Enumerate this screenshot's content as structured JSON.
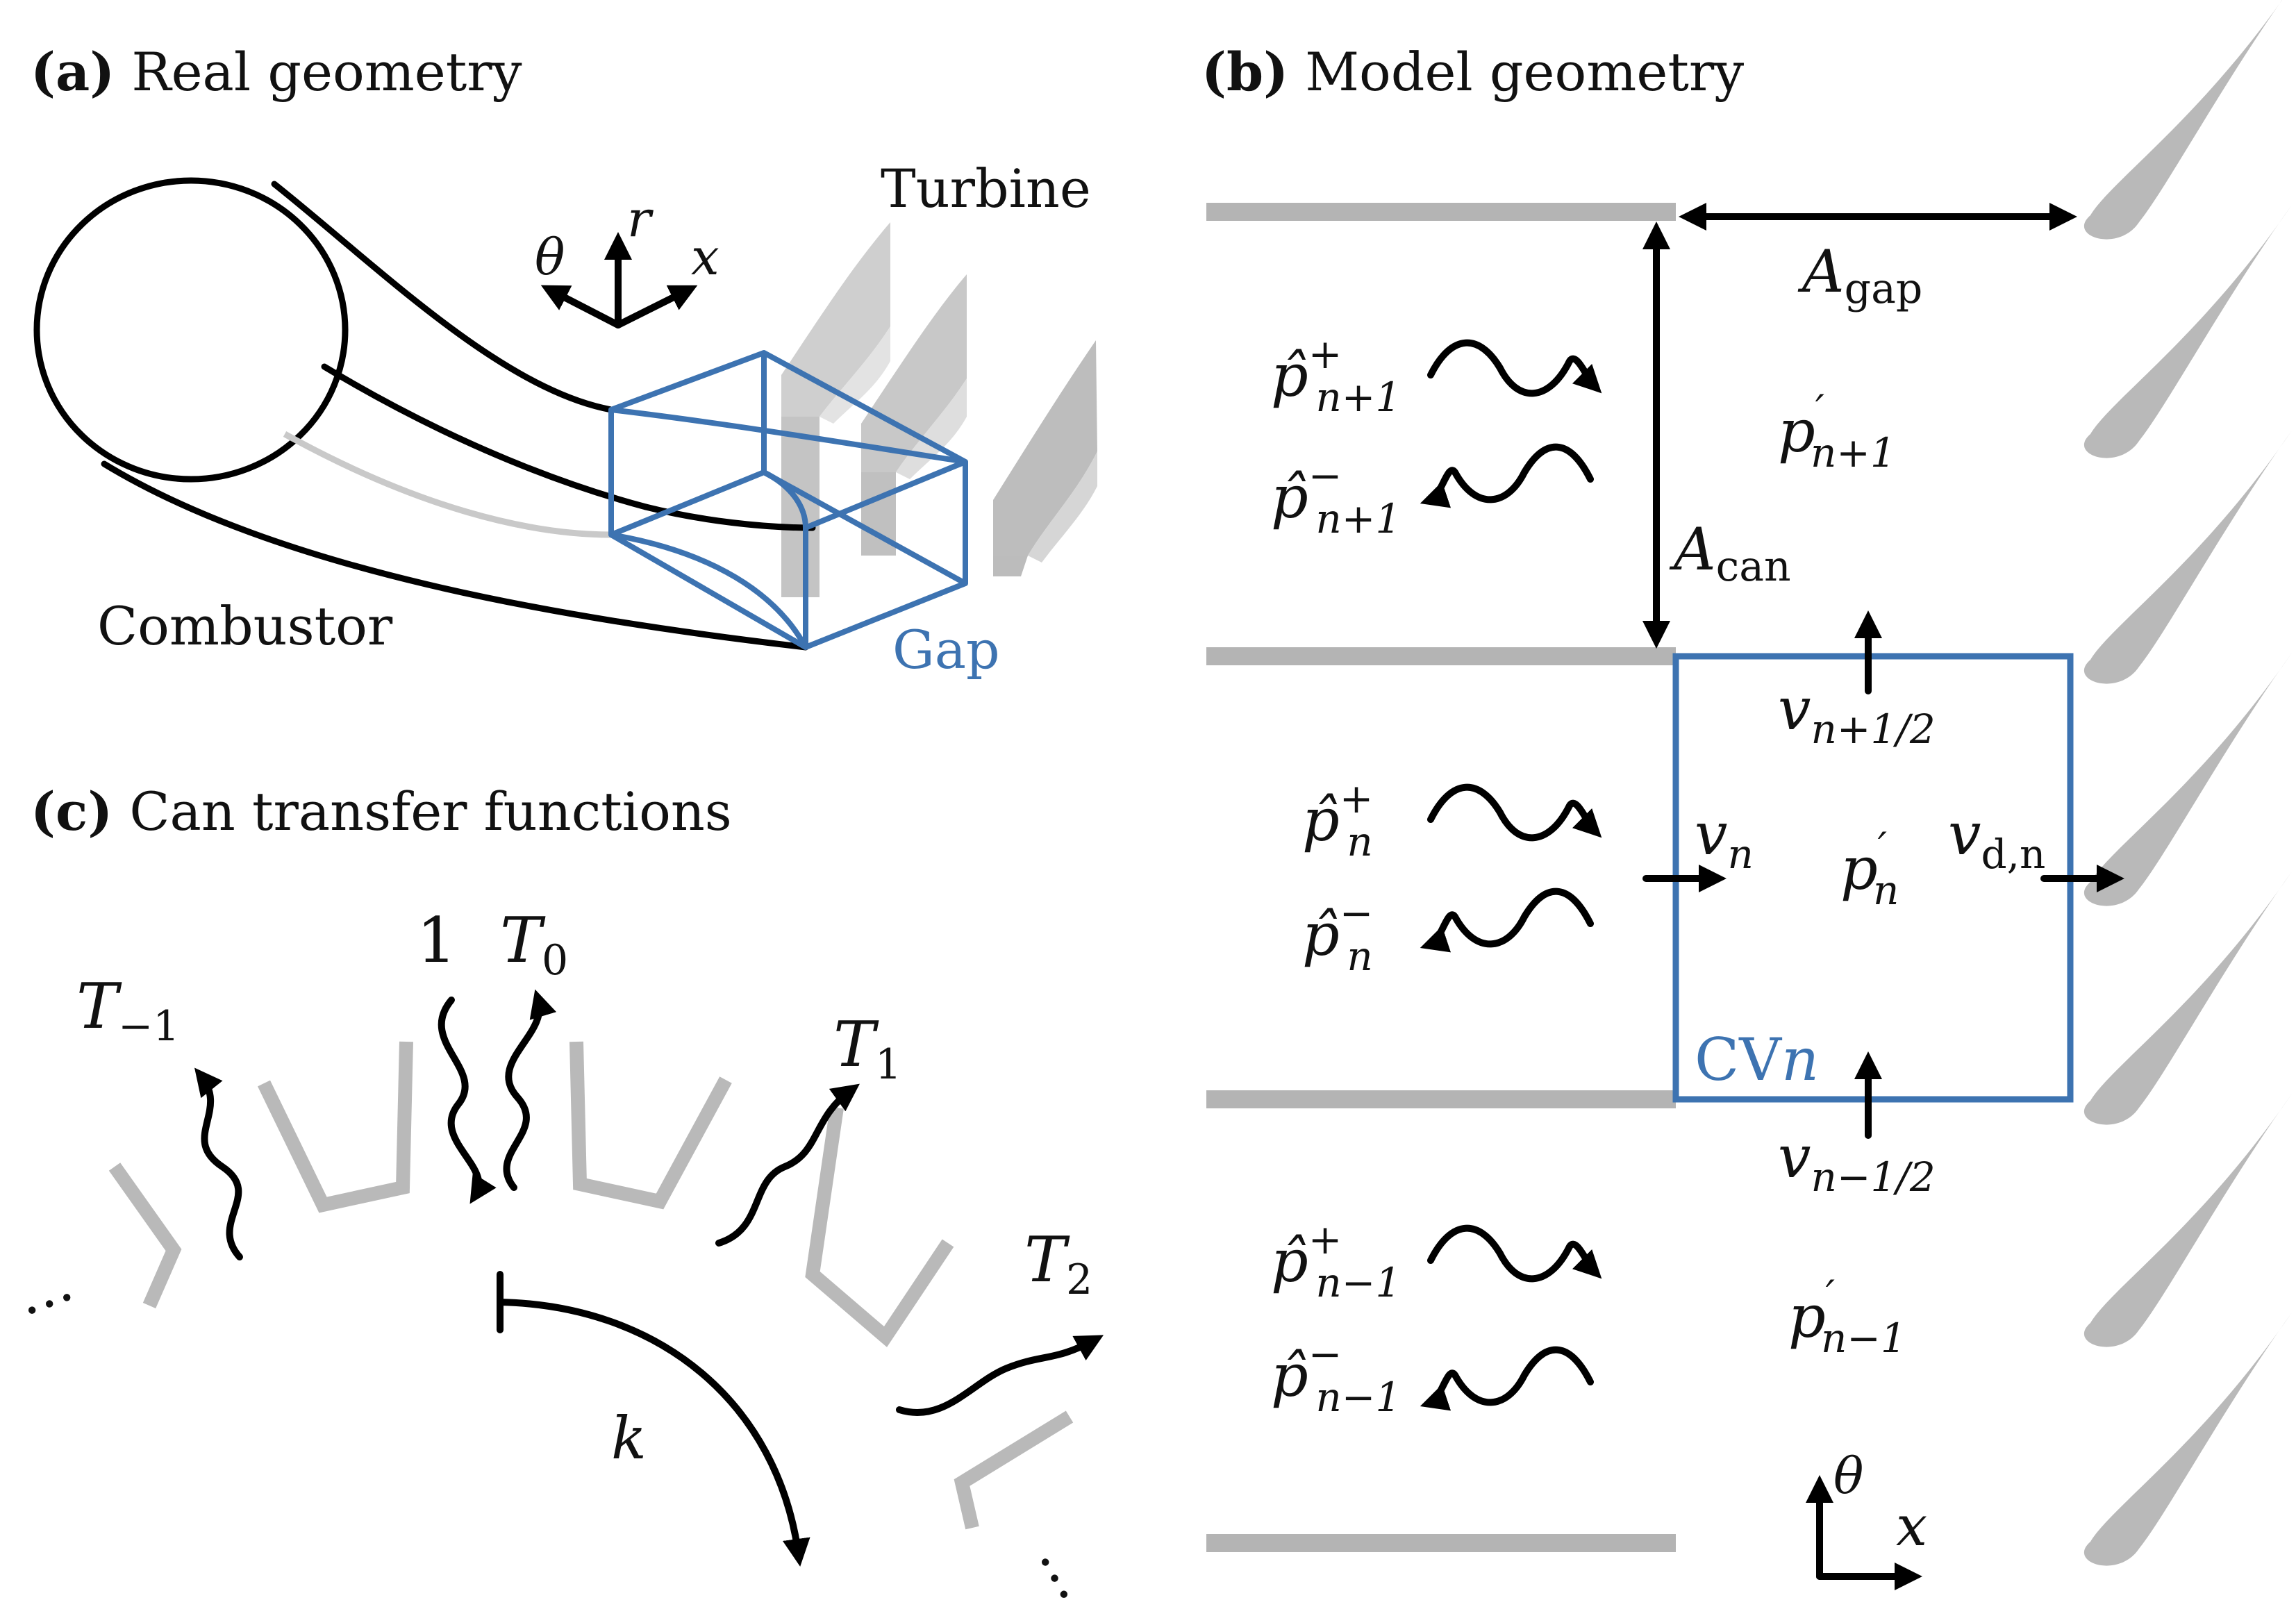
{
  "panels": {
    "a": {
      "tag": "(a)",
      "title": "Real geometry"
    },
    "b": {
      "tag": "(b)",
      "title": "Model geometry"
    },
    "c": {
      "tag": "(c)",
      "title": "Can transfer functions"
    }
  },
  "real_geometry": {
    "turbine": "Turbine",
    "combustor": "Combustor",
    "gap": "Gap",
    "axis_theta": "θ",
    "axis_r": "r",
    "axis_x": "x"
  },
  "model_geometry": {
    "A_gap": {
      "base": "A",
      "sub": "gap"
    },
    "A_can": {
      "base": "A",
      "sub": "can"
    },
    "rows": {
      "upper": {
        "p_plus_sub": "n+1",
        "p_minus_sub": "n+1",
        "p_prime_sub": "n+1"
      },
      "middle": {
        "p_plus_sub": "n",
        "p_minus_sub": "n",
        "p_prime_sub": "n"
      },
      "lower": {
        "p_plus_sub": "n−1",
        "p_minus_sub": "n−1",
        "p_prime_sub": "n−1"
      }
    },
    "symbols": {
      "p_hat": "p̂",
      "p": "p",
      "plus": "+",
      "minus": "−",
      "prime": "′"
    },
    "v_top": {
      "base": "v",
      "sub": "n+1/2"
    },
    "v_bottom": {
      "base": "v",
      "sub": "n−1/2"
    },
    "v_left": {
      "base": "v",
      "sub": "n"
    },
    "v_right": {
      "base": "v",
      "sub": "d,n"
    },
    "cv_label": {
      "text": "CV",
      "ital": "n"
    },
    "axis_theta": "θ",
    "axis_x": "x"
  },
  "transfer": {
    "one": "1",
    "T0": {
      "base": "T",
      "sub": "0"
    },
    "Tm1": {
      "base": "T",
      "sub": "−1"
    },
    "T1": {
      "base": "T",
      "sub": "1"
    },
    "T2": {
      "base": "T",
      "sub": "2"
    },
    "k": "k",
    "ellipsis": "…"
  },
  "colors": {
    "accent_blue": "#3d73b1",
    "wall_gray": "#b4b4b4",
    "ink": "#000000"
  }
}
